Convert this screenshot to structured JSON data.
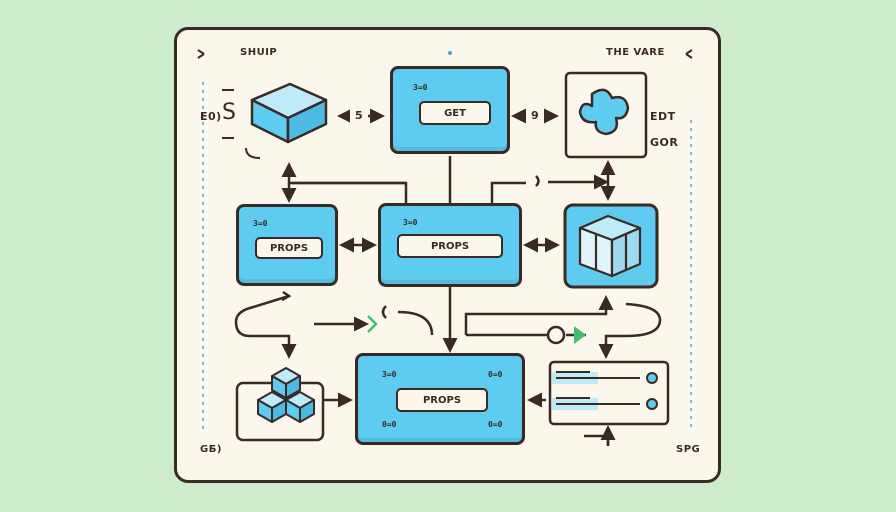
{
  "labels": {
    "top_left": "SHUIP",
    "top_right": "THE VARE",
    "left_code": "E0)",
    "left_glyph": "S",
    "right_edt": "EDT",
    "right_gor": "GOR",
    "bottom_left": "GБ)",
    "bottom_right": "SPG",
    "arrow_num_left": "5",
    "arrow_num_right": "9"
  },
  "nodes": {
    "get": {
      "pill": "GET",
      "chip": "3=0"
    },
    "props_left": {
      "pill": "PROPS",
      "chip": "3=0"
    },
    "props_center": {
      "pill": "PROPS",
      "chip": "3=0"
    },
    "props_bottom": {
      "pill": "PROPS",
      "chip_top_left": "3=0",
      "chip_top_right": "0=0",
      "chip_bottom_left": "0=0",
      "chip_bottom_right": "0=0"
    }
  },
  "colors": {
    "background": "#cdeccb",
    "card": "#fbf7ec",
    "accent_blue": "#5ecbf0",
    "outline": "#3a2a24",
    "green_arrow": "#3fbf6a",
    "dashed_blue": "#4aa8d8"
  },
  "icons": [
    "cube-icon",
    "puzzle-plus-icon",
    "isometric-box-icon",
    "stacked-cubes-icon",
    "slider-panel-icon"
  ]
}
